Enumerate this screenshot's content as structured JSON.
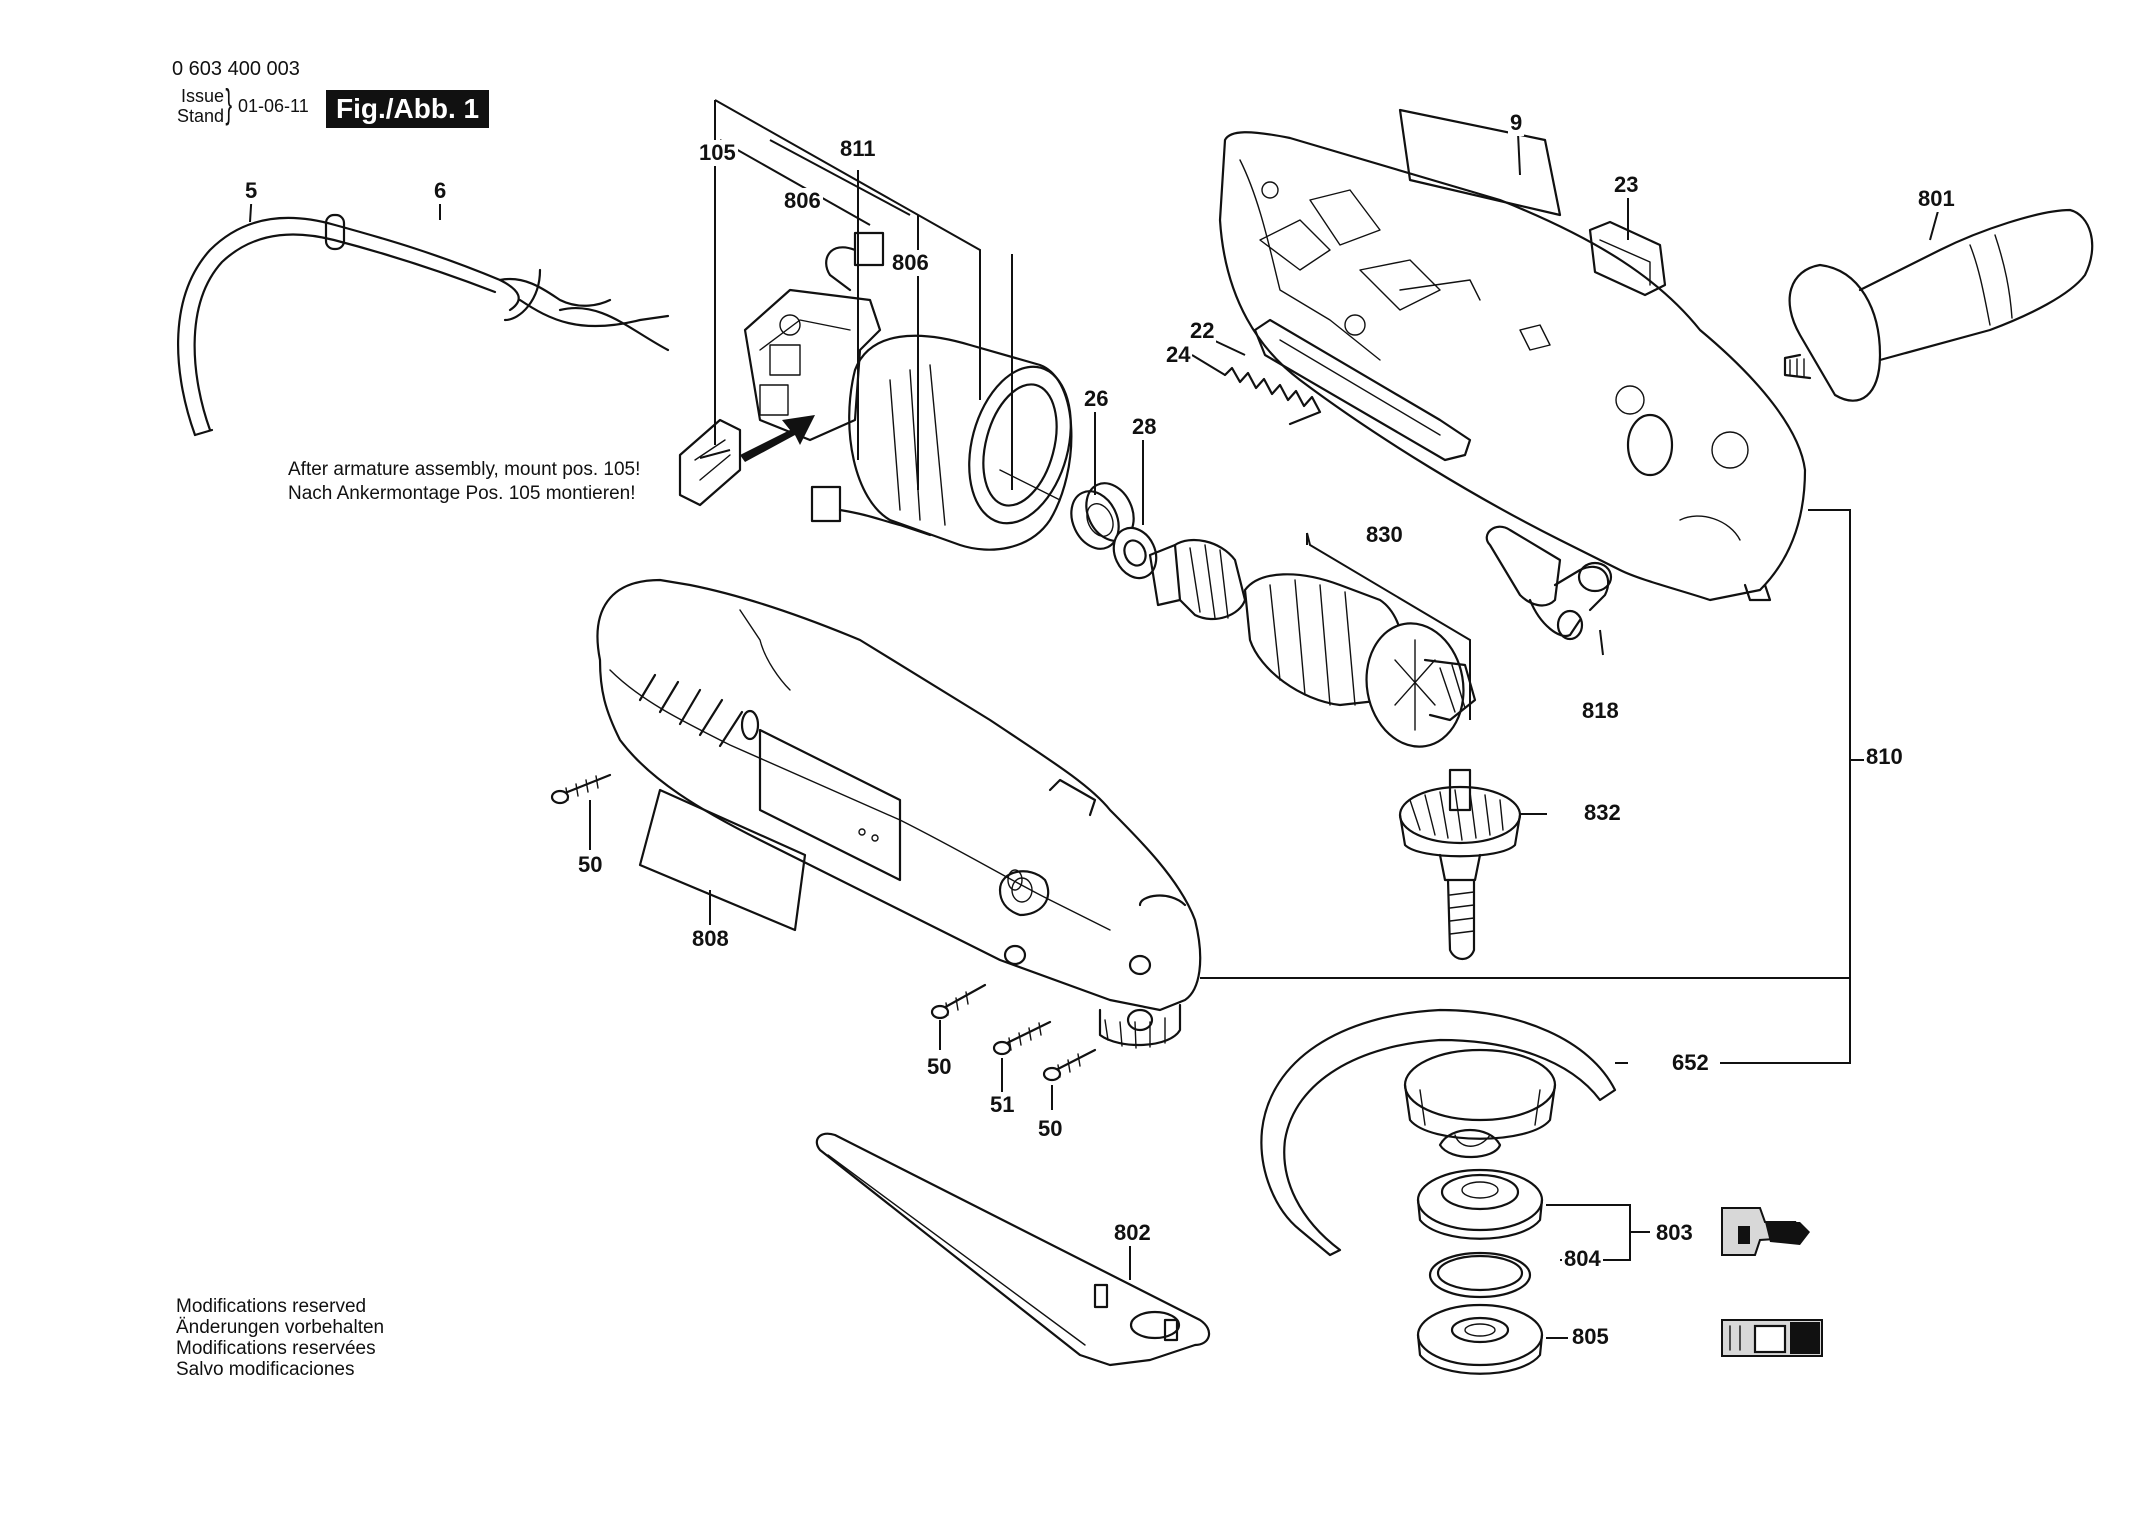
{
  "header": {
    "doc_number": "0 603 400 003",
    "issue_label_1": "Issue",
    "issue_label_2": "Stand",
    "issue_date": "01-06-11",
    "figure_label": "Fig./Abb. 1"
  },
  "notes": {
    "assembly_en": "After armature assembly, mount pos. 105!",
    "assembly_de": "Nach Ankermontage Pos. 105 montieren!"
  },
  "footer": {
    "line_1": "Modifications reserved",
    "line_2": "Änderungen vorbehalten",
    "line_3": "Modifications reservées",
    "line_4": "Salvo modificaciones"
  },
  "callouts": {
    "c5": "5",
    "c6": "6",
    "c105": "105",
    "c811": "811",
    "c806a": "806",
    "c806b": "806",
    "c9": "9",
    "c23": "23",
    "c801": "801",
    "c22": "22",
    "c24": "24",
    "c26": "26",
    "c28": "28",
    "c830": "830",
    "c818": "818",
    "c810": "810",
    "c832": "832",
    "c50a": "50",
    "c808": "808",
    "c50b": "50",
    "c51": "51",
    "c50c": "50",
    "c652": "652",
    "c802": "802",
    "c803": "803",
    "c804": "804",
    "c805": "805"
  }
}
